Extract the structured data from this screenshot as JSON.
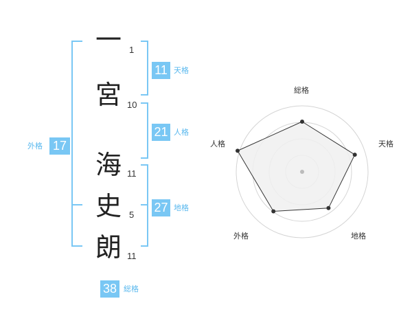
{
  "name": {
    "characters": [
      "一",
      "宮",
      "海",
      "史",
      "朗"
    ],
    "strokes": [
      "1",
      "10",
      "11",
      "5",
      "11"
    ]
  },
  "kaku": {
    "tenkaku": {
      "value": "11",
      "label": "天格"
    },
    "jinkaku": {
      "value": "21",
      "label": "人格"
    },
    "chikaku": {
      "value": "27",
      "label": "地格"
    },
    "gaikaku": {
      "value": "17",
      "label": "外格"
    },
    "soukaku": {
      "value": "38",
      "label": "総格"
    }
  },
  "radar": {
    "labels": {
      "top": "総格",
      "right": "天格",
      "bottom_right": "地格",
      "bottom_left": "外格",
      "left": "人格"
    },
    "values": {
      "top": 0.76,
      "right": 0.84,
      "bottom_right": 0.68,
      "bottom_left": 0.74,
      "left": 1.03
    },
    "colors": {
      "fill": "#f0f0f0",
      "line": "#333333",
      "ring": "#d4d4d4",
      "center": "#bbbbbb"
    }
  },
  "colors": {
    "bracket": "#79c7f4",
    "badge": "#79c7f4"
  }
}
